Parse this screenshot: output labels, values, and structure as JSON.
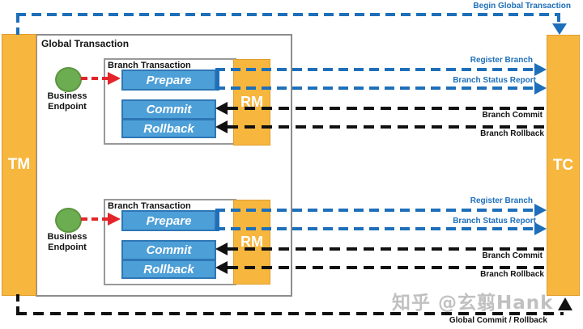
{
  "diagram": {
    "tm_label": "TM",
    "tc_label": "TC",
    "global_transaction_label": "Global Transaction",
    "begin_global_transaction_label": "Begin Global Transaction",
    "global_commit_rollback_label": "Global Commit / Rollback",
    "watermark": "知乎 @玄翦Hank",
    "branches": [
      {
        "box_label": "Branch Transaction",
        "endpoint_line1": "Business",
        "endpoint_line2": "Endpoint",
        "rm_label": "RM",
        "prepare_label": "Prepare",
        "commit_label": "Commit",
        "rollback_label": "Rollback",
        "register_branch_label": "Register Branch",
        "branch_status_report_label": "Branch Status Report",
        "branch_commit_label": "Branch Commit",
        "branch_rollback_label": "Branch Rollback"
      },
      {
        "box_label": "Branch Transaction",
        "endpoint_line1": "Business",
        "endpoint_line2": "Endpoint",
        "rm_label": "RM",
        "prepare_label": "Prepare",
        "commit_label": "Commit",
        "rollback_label": "Rollback",
        "register_branch_label": "Register Branch",
        "branch_status_report_label": "Branch Status Report",
        "branch_commit_label": "Branch Commit",
        "branch_rollback_label": "Branch Rollback"
      }
    ],
    "colors": {
      "node_orange": "#F7B63E",
      "action_blue": "#4D9FD8",
      "line_blue": "#1E6FBA",
      "line_black": "#111111",
      "arrow_red": "#E3242B",
      "endpoint_green": "#6CAD52"
    }
  }
}
